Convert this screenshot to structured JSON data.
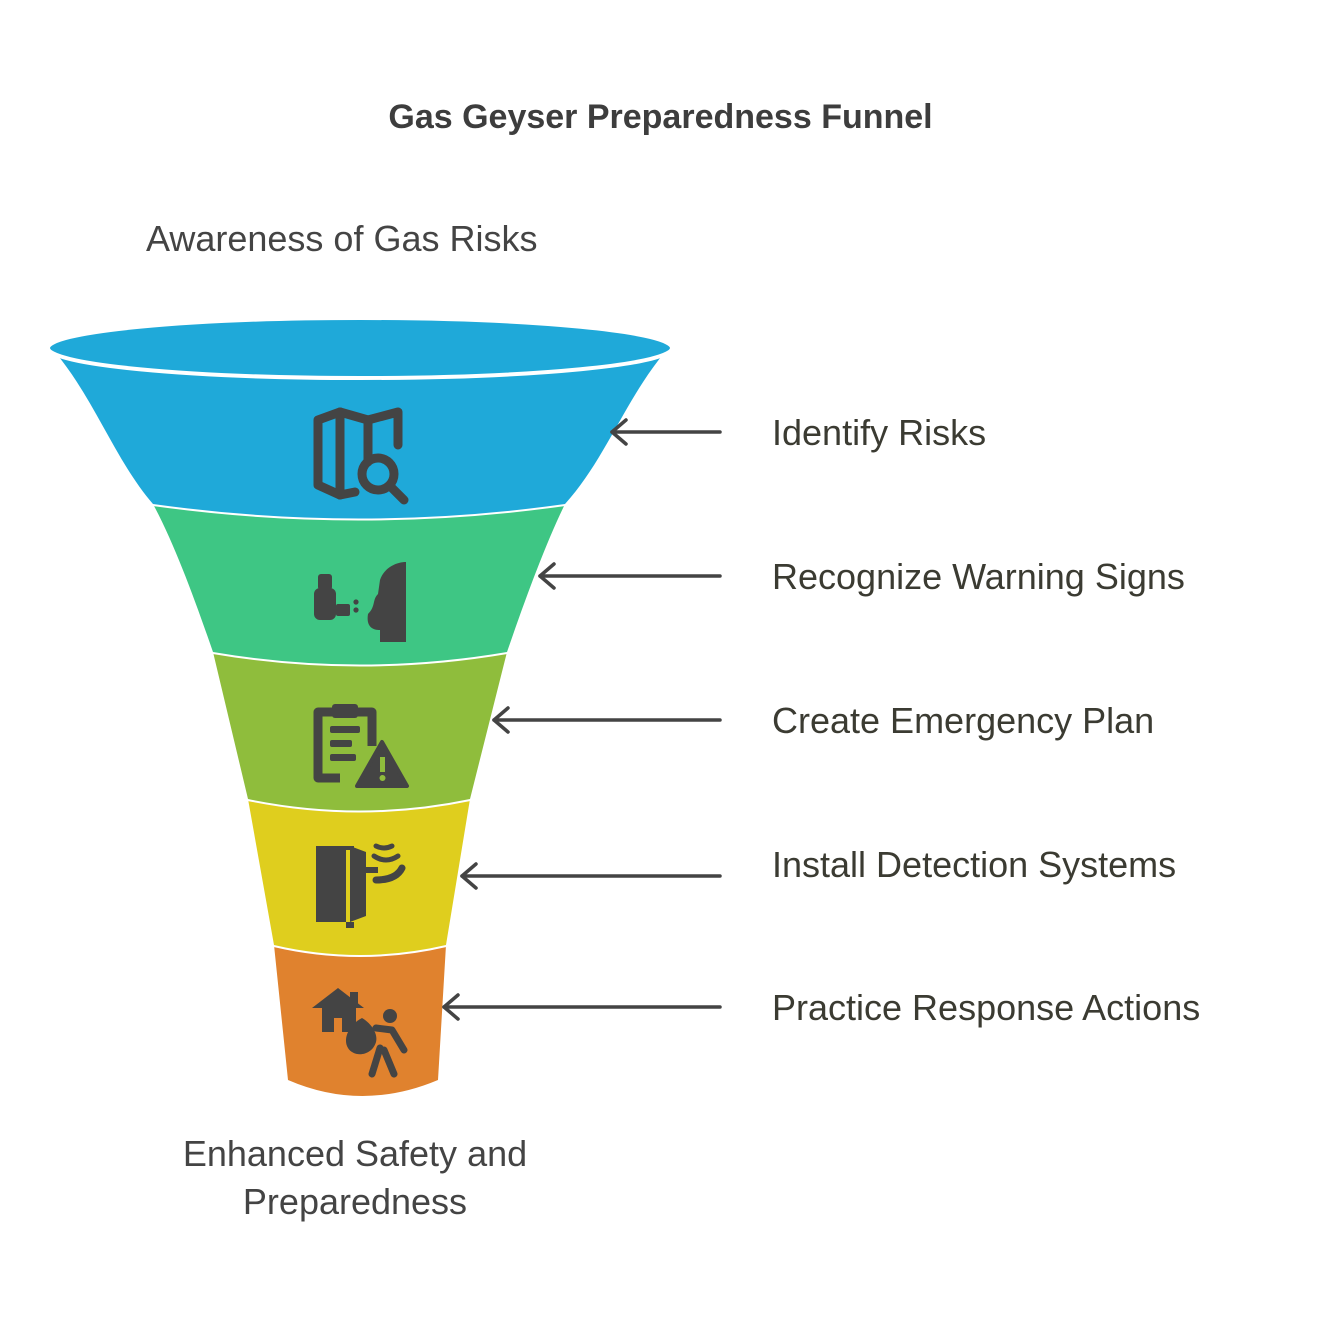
{
  "title": "Gas Geyser Preparedness Funnel",
  "top_label": "Awareness of Gas Risks",
  "bottom_label_line1": "Enhanced Safety and",
  "bottom_label_line2": "Preparedness",
  "stages": [
    {
      "label": "Identify Risks",
      "color": "#1fa9d9",
      "icon": "map-search-icon"
    },
    {
      "label": "Recognize Warning Signs",
      "color": "#3ec684",
      "icon": "inhaler-face-icon"
    },
    {
      "label": "Create Emergency Plan",
      "color": "#8fbd3c",
      "icon": "clipboard-warning-icon"
    },
    {
      "label": "Install Detection Systems",
      "color": "#dfce1e",
      "icon": "detector-signal-icon"
    },
    {
      "label": "Practice Response Actions",
      "color": "#e0822e",
      "icon": "evacuate-home-icon"
    }
  ],
  "colors": {
    "icon": "#444444",
    "arrow": "#444444",
    "rim_edge": "#ffffff"
  }
}
